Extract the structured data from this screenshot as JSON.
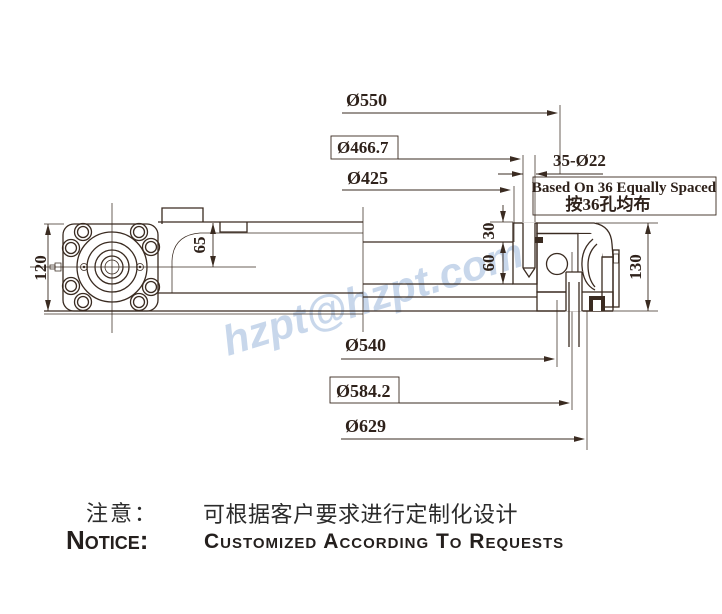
{
  "drawing": {
    "watermark": "hzpt@hzpt.com",
    "dimensions": {
      "d550": "Ø550",
      "d466_7": "Ø466.7",
      "d425": "Ø425",
      "bolt_pattern": "35-Ø22",
      "spacing_note_en": "Based On 36 Equally Spaced",
      "spacing_note_cn": "按36孔均布",
      "h120": "120",
      "h65": "65",
      "h30": "30",
      "h60": "60",
      "h130": "130",
      "d540": "Ø540",
      "d584_2": "Ø584.2",
      "d629": "Ø629"
    }
  },
  "notice": {
    "label_cn": "注意：",
    "text_cn": "可根据客户要求进行定制化设计",
    "label_en": "Notice:",
    "text_en": "Customized According To Requests"
  },
  "colors": {
    "line": "#3a2b21",
    "text": "#2e211a",
    "watermark": "#9cb8dc",
    "background": "#ffffff"
  }
}
